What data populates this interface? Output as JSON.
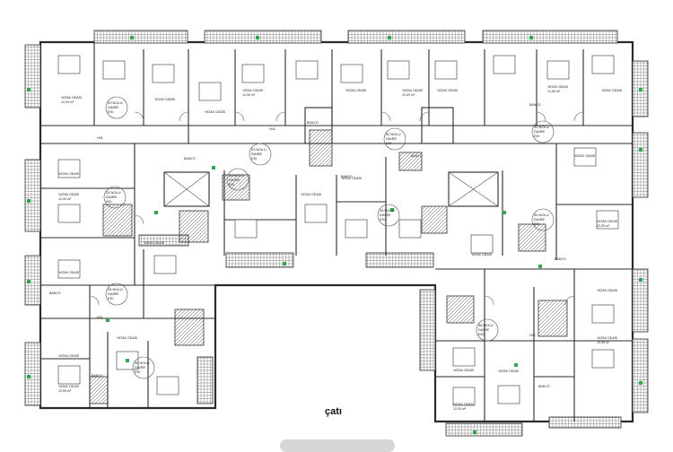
{
  "roof_label": "çatı",
  "room_label": "YATAK ODASI",
  "area_label": "12,00 m²",
  "bath_label": "BANYO",
  "hall_label": "HOL",
  "units": [
    {
      "line1": "33 NOLU",
      "line2": "DAIRE",
      "line3": "EKI"
    },
    {
      "line1": "32 NOLU",
      "line2": "DAIRE",
      "line3": "EKI"
    },
    {
      "line1": "23 NOLU",
      "line2": "DAIRE",
      "line3": "EKI"
    },
    {
      "line1": "36 NOLU",
      "line2": "DAIRE",
      "line3": "EKI"
    },
    {
      "line1": "30 NOLU",
      "line2": "DAIRE",
      "line3": "EKI"
    },
    {
      "line1": "34 NOLU",
      "line2": "DAIRE",
      "line3": "EKI"
    },
    {
      "line1": "28 NOLU",
      "line2": "DAIRE",
      "line3": "EKI"
    },
    {
      "line1": "25 NOLU",
      "line2": "DAIRE",
      "line3": "EKI"
    },
    {
      "line1": "26 NOLU",
      "line2": "DAIRE",
      "line3": "EKI"
    },
    {
      "line1": "35 NOLU",
      "line2": "DAIRE",
      "line3": "EKI"
    },
    {
      "line1": "38 NOLU",
      "line2": "DAIRE",
      "line3": "EKI"
    }
  ],
  "colors": {
    "wall": "#2b2b2b",
    "marker": "#2fa84f",
    "paper": "#ffffff"
  }
}
